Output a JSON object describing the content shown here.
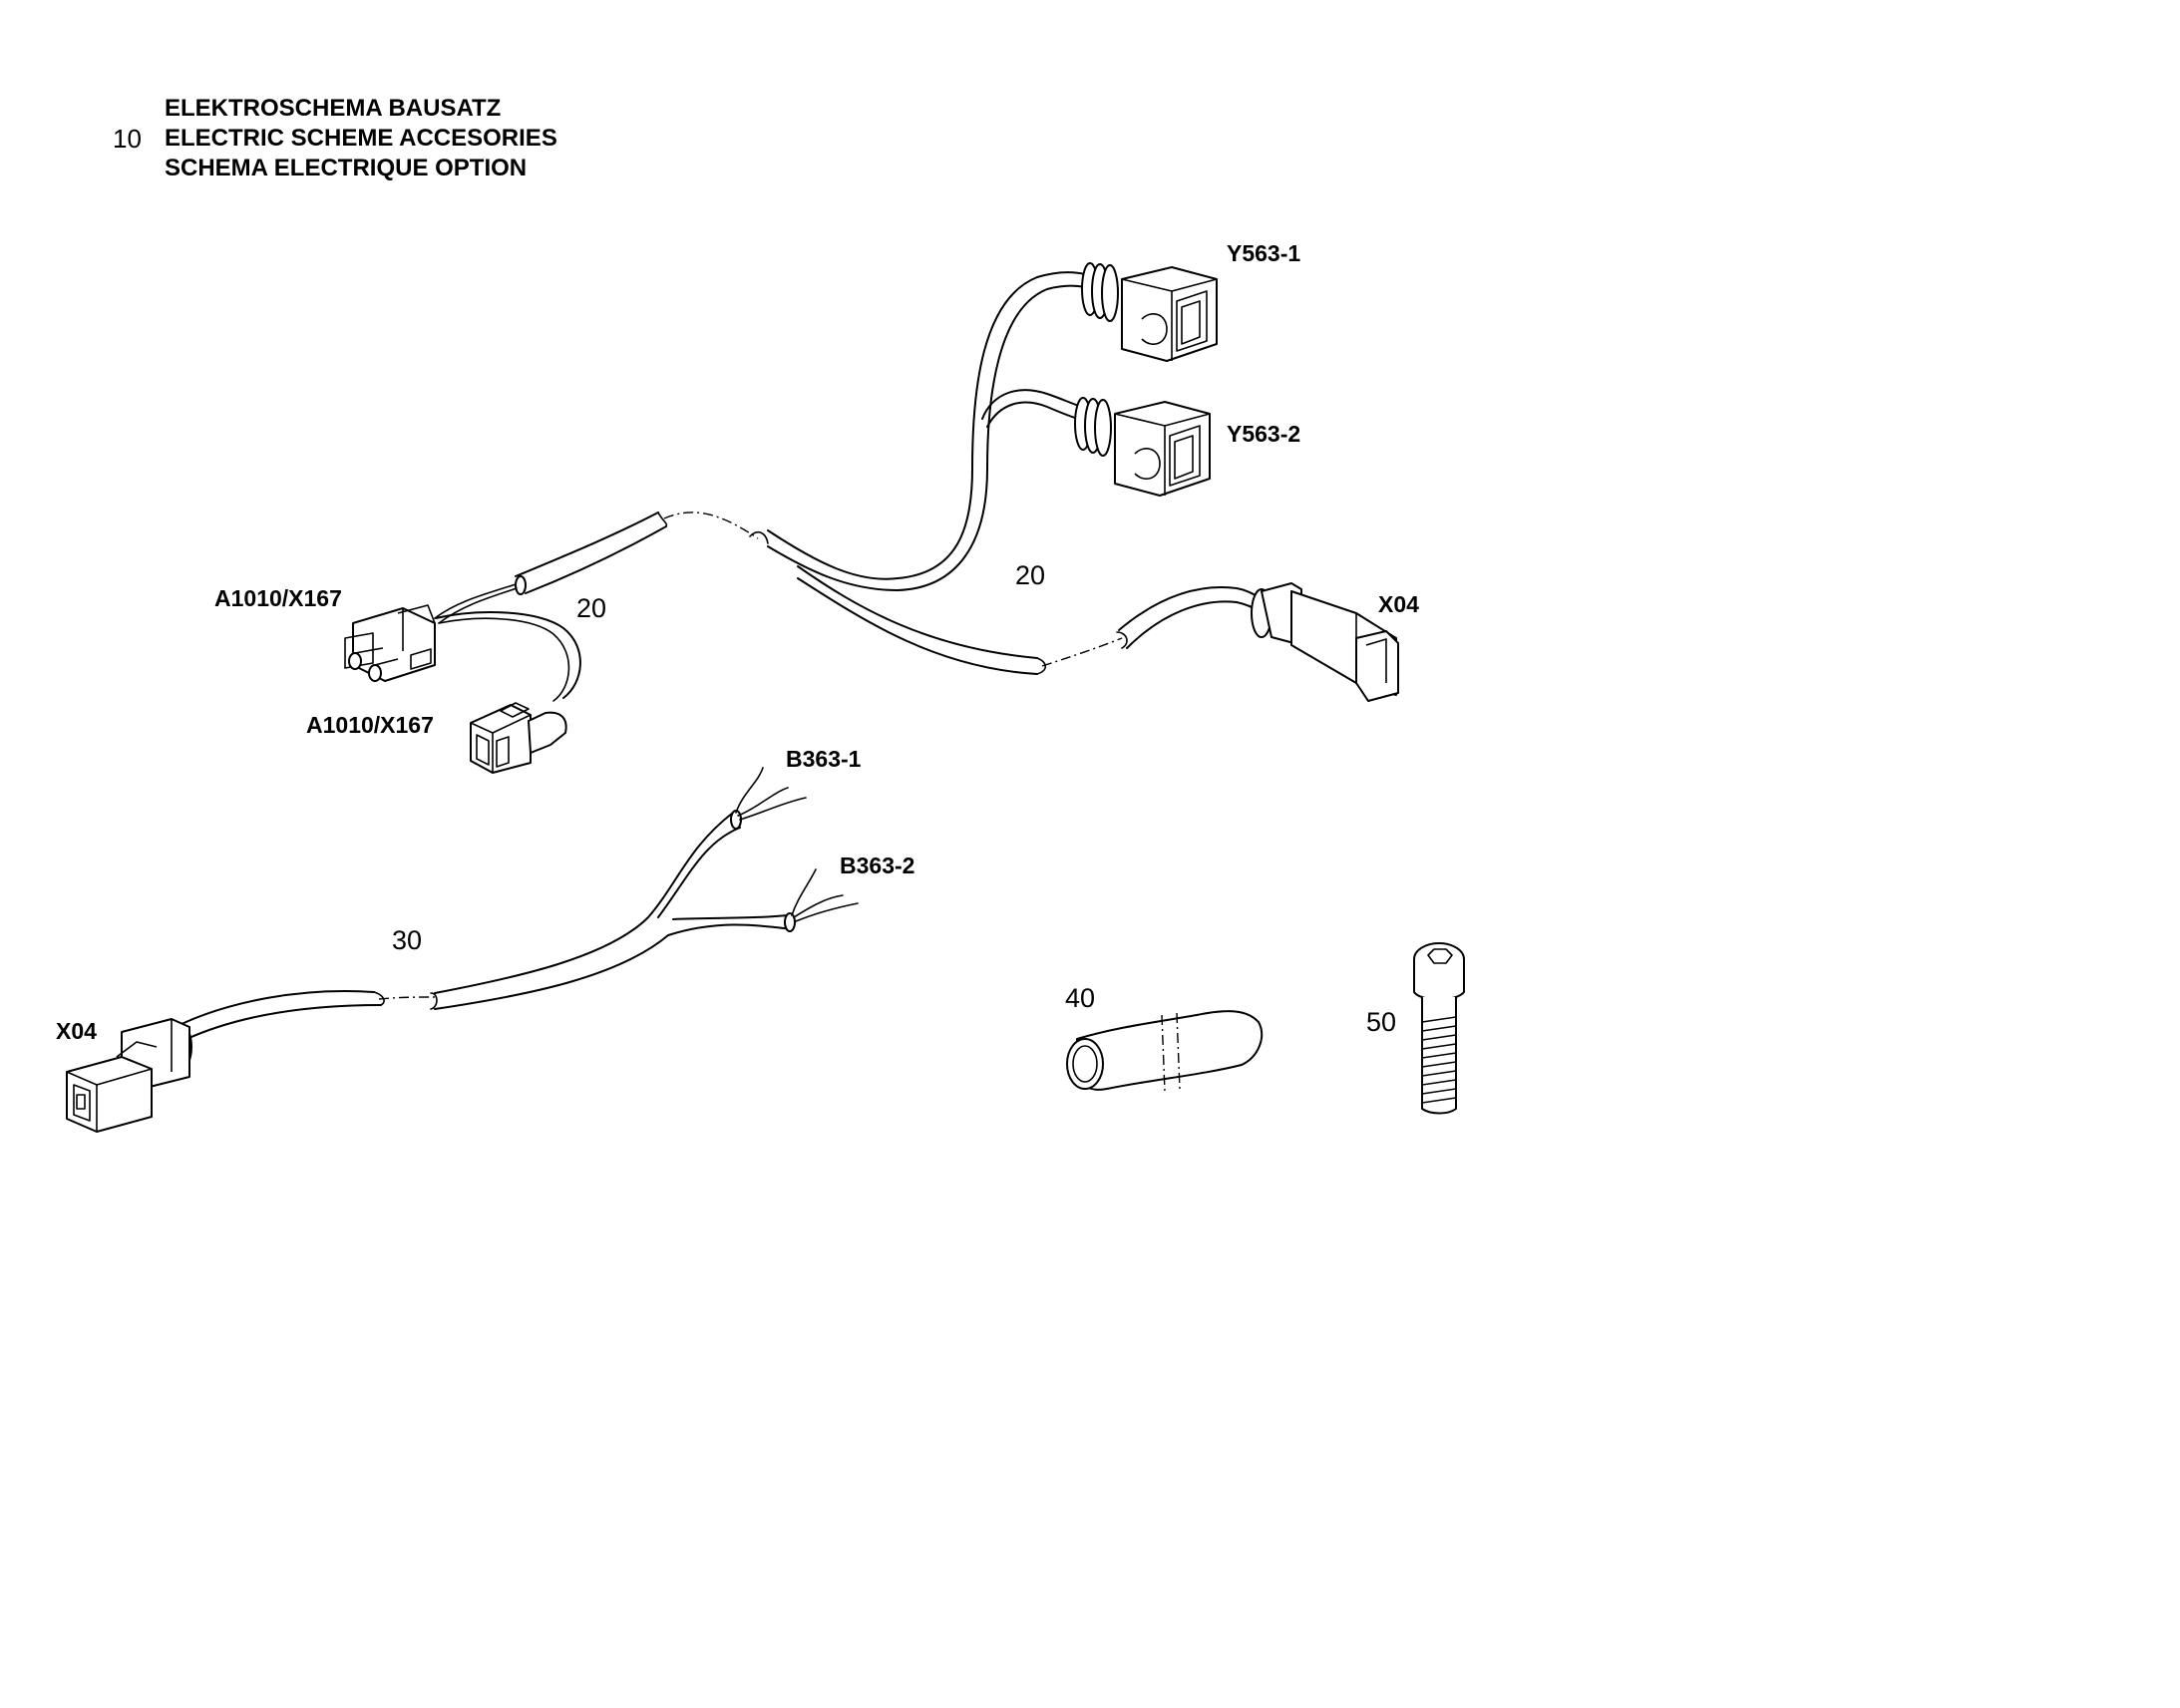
{
  "title": {
    "number": "10",
    "line_de": "ELEKTROSCHEMA BAUSATZ",
    "line_en": "ELECTRIC SCHEME ACCESORIES",
    "line_fr": "SCHEMA ELECTRIQUE OPTION"
  },
  "labels": {
    "y563_1": "Y563-1",
    "y563_2": "Y563-2",
    "x04_top": "X04",
    "a1010_x167_top": "A1010/X167",
    "a1010_x167_bottom": "A1010/X167",
    "b363_1": "B363-1",
    "b363_2": "B363-2",
    "x04_bottom": "X04"
  },
  "positions": {
    "pos20_left": "20",
    "pos20_right": "20",
    "pos30": "30",
    "pos40": "40",
    "pos50": "50"
  }
}
